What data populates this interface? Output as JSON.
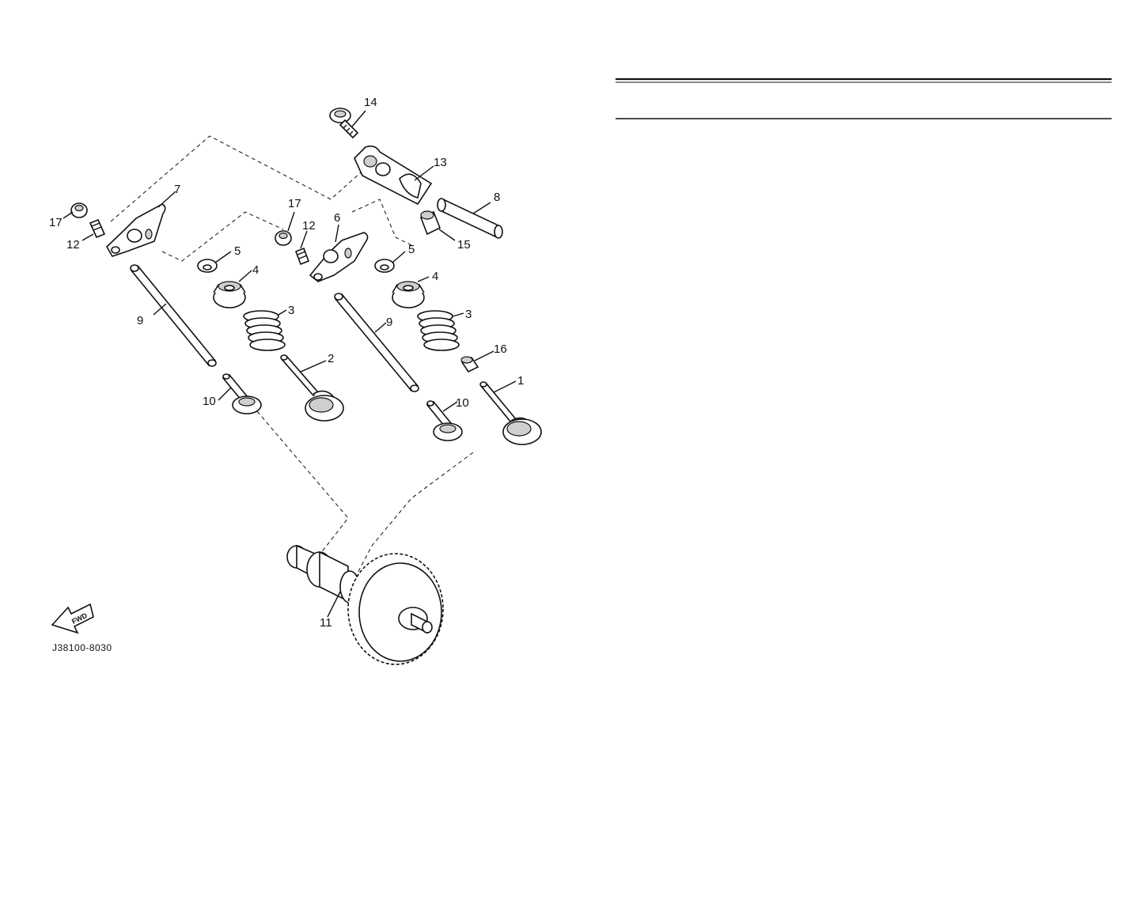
{
  "diagram": {
    "part_labels": {
      "p1": "1",
      "p2": "2",
      "p3a": "3",
      "p3b": "3",
      "p4a": "4",
      "p4b": "4",
      "p5a": "5",
      "p5b": "5",
      "p6": "6",
      "p7": "7",
      "p8": "8",
      "p9a": "9",
      "p9b": "9",
      "p10a": "10",
      "p10b": "10",
      "p11": "11",
      "p12a": "12",
      "p12b": "12",
      "p13": "13",
      "p14": "14",
      "p15": "15",
      "p16": "16",
      "p17a": "17",
      "p17b": "17"
    },
    "fwd_label": "FWD",
    "figure_code": "J38100-8030"
  }
}
